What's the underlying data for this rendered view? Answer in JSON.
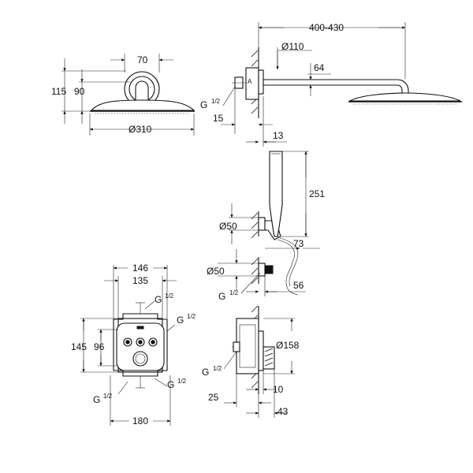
{
  "top_left_view": {
    "width_70": "70",
    "height_115": "115",
    "height_90": "90",
    "diameter_310": "Ø310"
  },
  "top_right_view": {
    "reach_400_430": "400-430",
    "diameter_110": "Ø110",
    "dim_64": "64",
    "thread_g": "G",
    "thread_half": "1/2",
    "dim_15": "15",
    "dim_13": "13"
  },
  "hand_shower_view": {
    "length_251": "251",
    "diameter_50_upper": "Ø50",
    "dim_73": "73",
    "diameter_50_lower": "Ø50",
    "dim_56": "56",
    "thread_g": "G",
    "thread_half": "1/2"
  },
  "mixer_front_view": {
    "width_146": "146",
    "width_135": "135",
    "height_145": "145",
    "height_96": "96",
    "width_180": "180",
    "thread_g": "G",
    "thread_half": "1/2"
  },
  "mixer_side_view": {
    "diameter_158": "Ø158",
    "thread_g": "G",
    "thread_half": "1/2",
    "dim_10": "10",
    "dim_25": "25",
    "dim_43": "43"
  }
}
